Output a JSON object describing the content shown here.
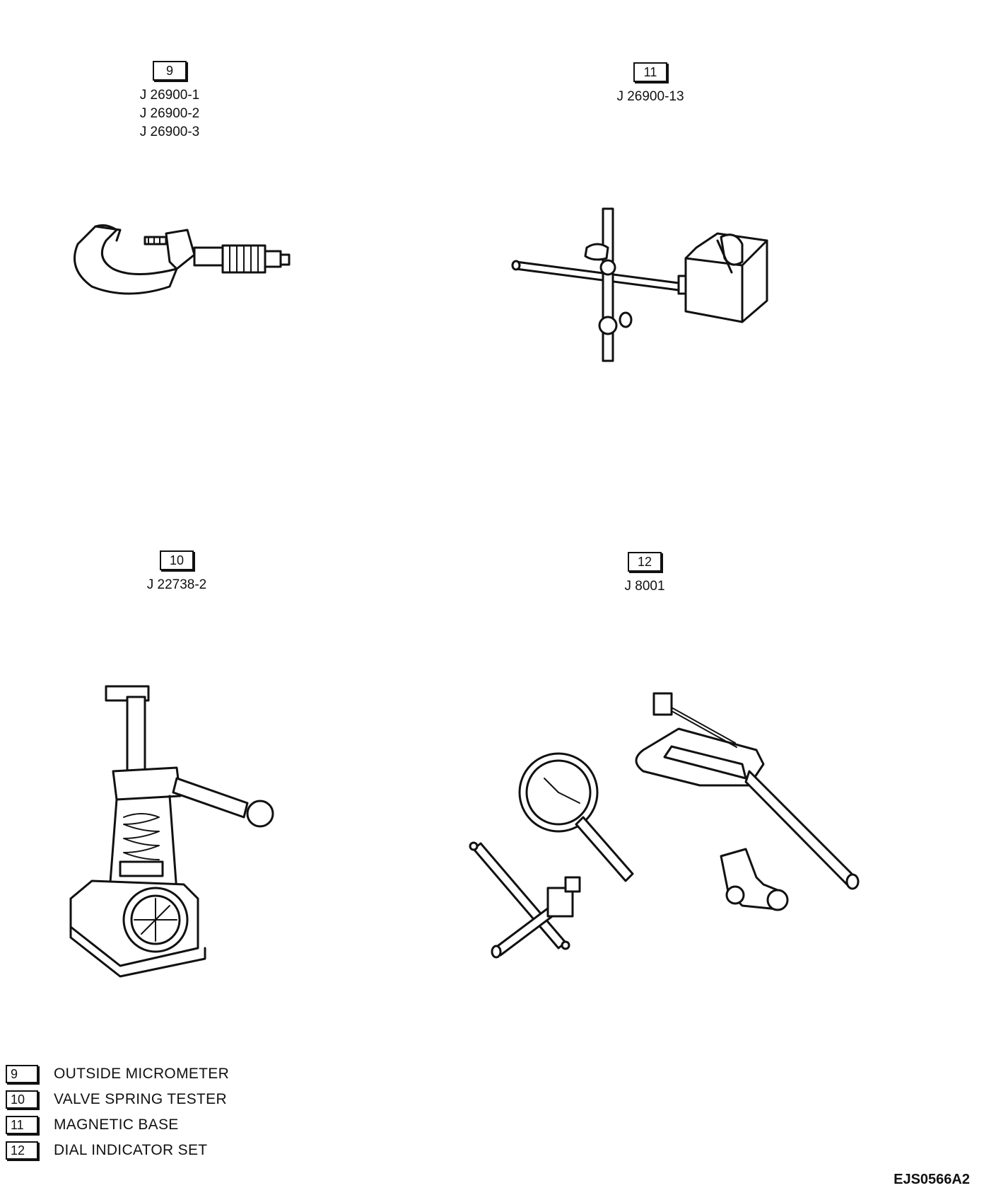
{
  "tools": {
    "t9": {
      "box": "9",
      "parts": [
        "J 26900-1",
        "J 26900-2",
        "J 26900-3"
      ]
    },
    "t11": {
      "box": "11",
      "parts": [
        "J 26900-13"
      ]
    },
    "t10": {
      "box": "10",
      "parts": [
        "J 22738-2"
      ]
    },
    "t12": {
      "box": "12",
      "parts": [
        "J 8001"
      ]
    }
  },
  "legend": [
    {
      "box": "9",
      "label": "OUTSIDE MICROMETER"
    },
    {
      "box": "10",
      "label": "VALVE SPRING TESTER"
    },
    {
      "box": "11",
      "label": "MAGNETIC BASE"
    },
    {
      "box": "12",
      "label": "DIAL INDICATOR SET"
    }
  ],
  "figure_code": "EJS0566A2"
}
